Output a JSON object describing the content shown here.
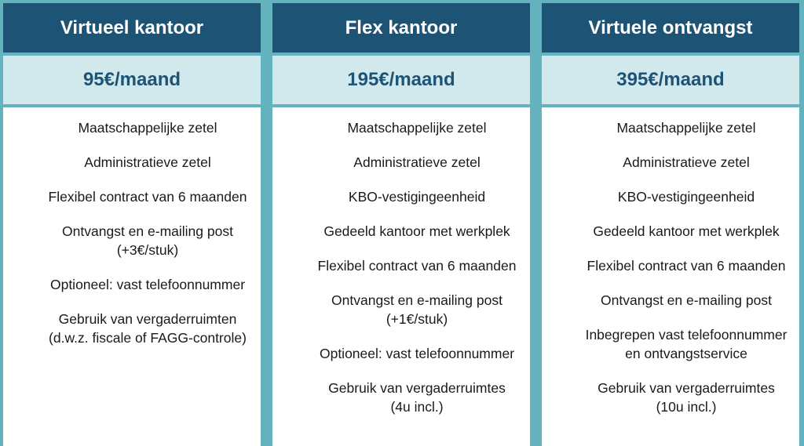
{
  "plans": [
    {
      "name": "Virtueel kantoor",
      "price": "95€/maand",
      "features": [
        "Maatschappelijke zetel",
        "Administratieve zetel",
        "Flexibel contract van 6 maanden",
        "Ontvangst en e-mailing post\n(+3€/stuk)",
        "Optioneel: vast telefoonnummer",
        "Gebruik van vergaderruimten\n(d.w.z. fiscale of FAGG-controle)"
      ]
    },
    {
      "name": "Flex kantoor",
      "price": "195€/maand",
      "features": [
        "Maatschappelijke zetel",
        "Administratieve zetel",
        "KBO-vestigingeenheid",
        "Gedeeld kantoor met werkplek",
        "Flexibel contract van 6 maanden",
        "Ontvangst en e-mailing post\n(+1€/stuk)",
        "Optioneel: vast telefoonnummer",
        "Gebruik van vergaderruimtes\n(4u incl.)"
      ]
    },
    {
      "name": "Virtuele ontvangst",
      "price": "395€/maand",
      "features": [
        "Maatschappelijke zetel",
        "Administratieve zetel",
        "KBO-vestigingeenheid",
        "Gedeeld kantoor met werkplek",
        "Flexibel contract van 6 maanden",
        "Ontvangst en e-mailing post",
        "Inbegrepen vast telefoonnummer\nen ontvangstservice",
        "Gebruik van vergaderruimtes\n(10u incl.)"
      ]
    }
  ],
  "colors": {
    "background": "#63b3bf",
    "header": "#1d5476",
    "price_band": "#d1e8ec",
    "price_text": "#1d5476",
    "feature_text": "#1a1a1a"
  }
}
